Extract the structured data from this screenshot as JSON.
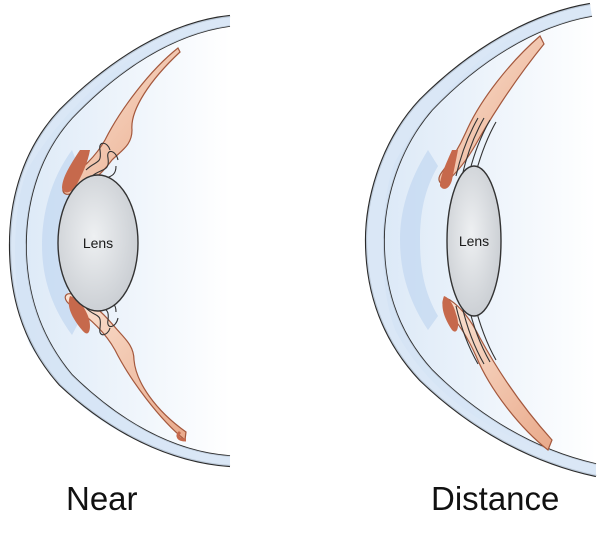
{
  "panels": [
    {
      "caption": "Near",
      "lens_label": "Lens"
    },
    {
      "caption": "Distance",
      "lens_label": "Lens"
    }
  ],
  "colors": {
    "cornea_outline": "#2a2a2a",
    "cornea_fill": "#d3e3f4",
    "aqueous_fill": "#e9f1fb",
    "lens_fill": "#d4d8dd",
    "lens_outline": "#333333",
    "ciliary_fill": "#f3cdb5",
    "ciliary_dark": "#c6694c",
    "vitreous_fill": "#eef5fc"
  }
}
